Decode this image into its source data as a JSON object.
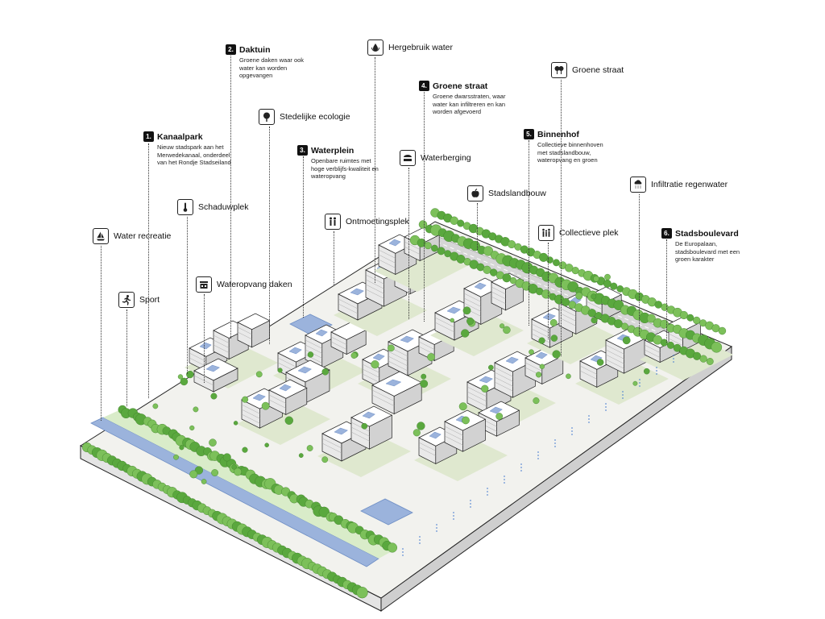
{
  "numbered_labels": [
    {
      "id": "kanaalpark",
      "num": "1.",
      "title": "Kanaalpark",
      "desc": "Nieuw stadspark aan het Merwedekanaal, onderdeel van het Rondje Stadseiland"
    },
    {
      "id": "daktuin",
      "num": "2.",
      "title": "Daktuin",
      "desc": "Groene daken waar ook water kan worden opgevangen"
    },
    {
      "id": "waterplein",
      "num": "3.",
      "title": "Waterplein",
      "desc": "Openbare ruimtes met hoge verblijfs-kwaliteit en wateropvang"
    },
    {
      "id": "groene-straat-num",
      "num": "4.",
      "title": "Groene straat",
      "desc": "Groene dwarsstraten, waar water kan infiltreren en kan worden afgevoerd"
    },
    {
      "id": "binnenhof",
      "num": "5.",
      "title": "Binnenhof",
      "desc": "Collectieve binnenhoven met stadslandbouw, wateropvang en groen"
    },
    {
      "id": "stadsboulevard",
      "num": "6.",
      "title": "Stadsboulevard",
      "desc": "De Europalaan, stadsboulevard met een groen karakter"
    }
  ],
  "icon_labels": [
    {
      "id": "hergebruik-water",
      "text": "Hergebruik water",
      "icon": "water-recycle-icon"
    },
    {
      "id": "groene-straat-icon",
      "text": "Groene straat",
      "icon": "trees-icon"
    },
    {
      "id": "stedelijke-ecologie",
      "text": "Stedelijke ecologie",
      "icon": "tree-icon"
    },
    {
      "id": "waterberging",
      "text": "Waterberging",
      "icon": "water-storage-icon"
    },
    {
      "id": "schaduwplek",
      "text": "Schaduwplek",
      "icon": "thermometer-icon"
    },
    {
      "id": "stadslandbouw",
      "text": "Stadslandbouw",
      "icon": "apple-icon"
    },
    {
      "id": "infiltratie-regenwater",
      "text": "Infiltratie regenwater",
      "icon": "rain-cloud-icon"
    },
    {
      "id": "ontmoetingsplek",
      "text": "Ontmoetingsplek",
      "icon": "people-meeting-icon"
    },
    {
      "id": "collectieve-plek",
      "text": "Collectieve plek",
      "icon": "family-icon"
    },
    {
      "id": "water-recreatie",
      "text": "Water recreatie",
      "icon": "sailboat-icon"
    },
    {
      "id": "wateropvang-daken",
      "text": "Wateropvang daken",
      "icon": "roof-water-icon"
    },
    {
      "id": "sport",
      "text": "Sport",
      "icon": "runner-icon"
    }
  ],
  "colors": {
    "canal": "#9bb3dc",
    "tree": "#7cc05a",
    "tree_dark": "#5aa83e",
    "ground": "#f2f2ee",
    "courtyard": "#dfe8cf",
    "building_top": "#ffffff",
    "building_left": "#e9e9e9",
    "building_right": "#d2d2d2",
    "outline": "#222222"
  }
}
